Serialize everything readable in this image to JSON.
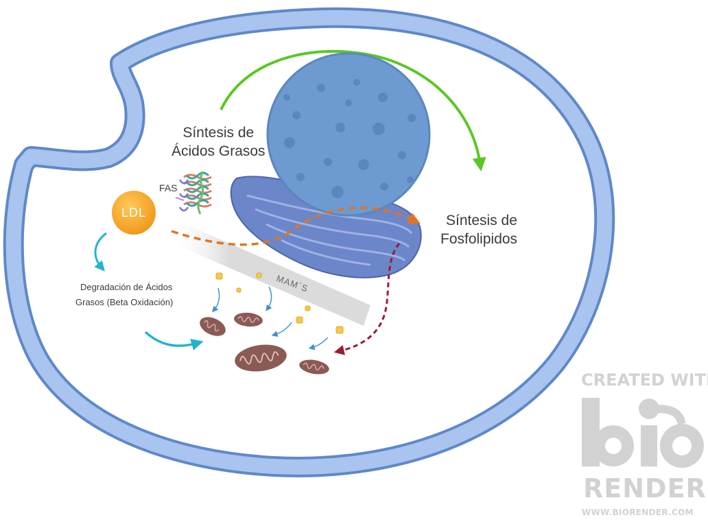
{
  "labels": {
    "fatty_acid_synthesis": [
      "Síntesis de",
      "Ácidos Grasos"
    ],
    "phospholipid_synthesis": [
      "Síntesis de",
      "Fosfolipidos"
    ],
    "fas": "FAS",
    "ldl": "LDL",
    "degradation": [
      "Degradación de Ácidos",
      "Grasos (Beta Oxidación)"
    ],
    "mams": "MAM´S"
  },
  "watermark": {
    "created_with": "CREATED WITH",
    "render": "RENDER",
    "url": "WWW.BIORENDER.COM"
  },
  "colors": {
    "cell_membrane": "#8fb3e6",
    "cell_membrane_edge": "#5f88c8",
    "nucleus": "#6d9bd1",
    "er": "#6b86c9",
    "ldl": "#f4a62a",
    "green_arrow": "#5ac724",
    "orange_arrow": "#e3731f",
    "maroon_arrow": "#9b1b30",
    "cyan_arrow": "#22b4cc",
    "mitochondria": "#8b5a55",
    "lipid_droplet": "#f3c94a",
    "watermark": "#d2d2d2"
  },
  "icons": [
    "fas-protein-icon",
    "ldl-particle-icon",
    "nucleus-icon",
    "endoplasmic-reticulum-icon",
    "mitochondrion-icon",
    "biorender-logo"
  ]
}
